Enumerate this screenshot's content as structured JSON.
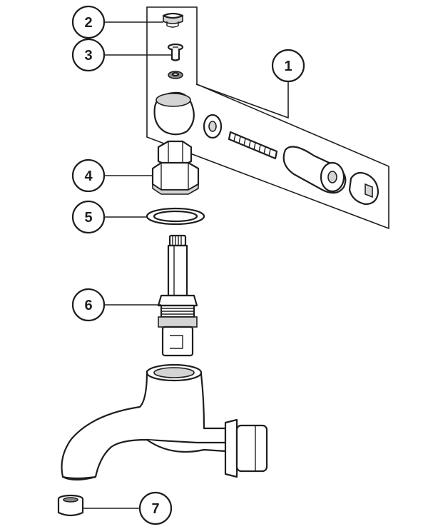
{
  "callouts": [
    {
      "label": "1"
    },
    {
      "label": "2"
    },
    {
      "label": "3"
    },
    {
      "label": "4"
    },
    {
      "label": "5"
    },
    {
      "label": "6"
    },
    {
      "label": "7"
    }
  ],
  "colors": {
    "line": "#1e1e1e",
    "background": "#ffffff",
    "shade": "#d4d4d4"
  }
}
